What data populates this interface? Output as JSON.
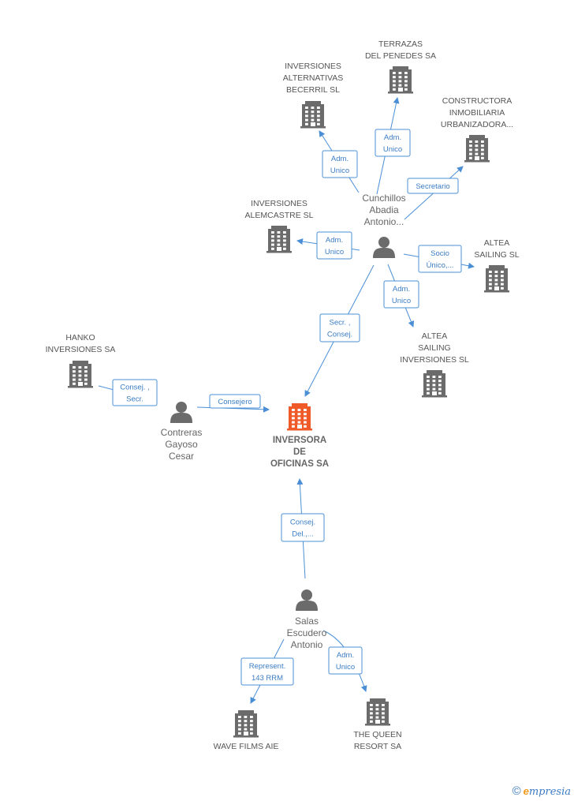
{
  "nodes": [
    {
      "id": "terrazas",
      "kind": "company",
      "lines": [
        "TERRAZAS",
        "DEL PENEDES SA"
      ]
    },
    {
      "id": "becerril",
      "kind": "company",
      "lines": [
        "INVERSIONES",
        "ALTERNATIVAS",
        "BECERRIL SL"
      ]
    },
    {
      "id": "constructora",
      "kind": "company",
      "lines": [
        "CONSTRUCTORA",
        "INMOBILIARIA",
        "URBANIZADORA..."
      ]
    },
    {
      "id": "alemcastre",
      "kind": "company",
      "lines": [
        "INVERSIONES",
        "ALEMCASTRE SL"
      ]
    },
    {
      "id": "cunchillos",
      "kind": "person",
      "lines": [
        "Cunchillos",
        "Abadia",
        "Antonio..."
      ]
    },
    {
      "id": "altea_sailing",
      "kind": "company",
      "lines": [
        "ALTEA",
        "SAILING SL"
      ]
    },
    {
      "id": "altea_inv",
      "kind": "company",
      "lines": [
        "ALTEA",
        "SAILING",
        "INVERSIONES SL"
      ]
    },
    {
      "id": "hanko",
      "kind": "company",
      "lines": [
        "HANKO",
        "INVERSIONES SA"
      ]
    },
    {
      "id": "contreras",
      "kind": "person",
      "lines": [
        "Contreras",
        "Gayoso",
        "Cesar"
      ]
    },
    {
      "id": "inversora",
      "kind": "main",
      "lines": [
        "INVERSORA",
        "DE",
        "OFICINAS SA"
      ]
    },
    {
      "id": "salas",
      "kind": "person",
      "lines": [
        "Salas",
        "Escudero",
        "Antonio"
      ]
    },
    {
      "id": "wave",
      "kind": "company",
      "lines": [
        "WAVE FILMS AIE"
      ]
    },
    {
      "id": "queen",
      "kind": "company",
      "lines": [
        "THE QUEEN",
        "RESORT SA"
      ]
    }
  ],
  "edges": [
    {
      "id": "e1",
      "lines": [
        "Adm.",
        "Unico"
      ]
    },
    {
      "id": "e2",
      "lines": [
        "Adm.",
        "Unico"
      ]
    },
    {
      "id": "e3",
      "lines": [
        "Secretario"
      ]
    },
    {
      "id": "e4",
      "lines": [
        "Adm.",
        "Unico"
      ]
    },
    {
      "id": "e5",
      "lines": [
        "Socio",
        "Único,..."
      ]
    },
    {
      "id": "e6",
      "lines": [
        "Adm.",
        "Unico"
      ]
    },
    {
      "id": "e7",
      "lines": [
        "Secr. ,",
        "Consej."
      ]
    },
    {
      "id": "e8",
      "lines": [
        "Consej. ,",
        "Secr."
      ]
    },
    {
      "id": "e9",
      "lines": [
        "Consejero"
      ]
    },
    {
      "id": "e10",
      "lines": [
        "Consej.",
        "Del.,..."
      ]
    },
    {
      "id": "e11",
      "lines": [
        "Represent.",
        "143 RRM"
      ]
    },
    {
      "id": "e12",
      "lines": [
        "Adm.",
        "Unico"
      ]
    }
  ],
  "colors": {
    "company": "#6b6b6b",
    "main": "#f05a28",
    "person": "#6b6b6b",
    "edge": "#4a8fd6"
  },
  "footer": {
    "copyright": "©",
    "brand_initial": "e",
    "brand_rest": "mpresia"
  }
}
